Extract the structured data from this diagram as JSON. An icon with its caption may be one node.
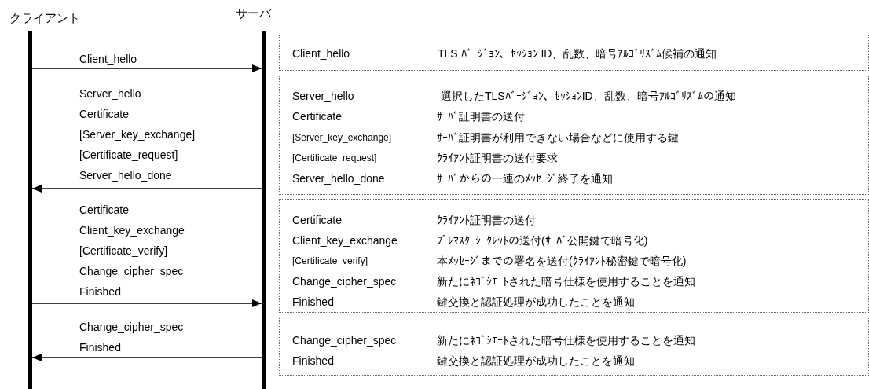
{
  "diagram": {
    "nodes": [
      {
        "text": [
          "クライアント"
        ]
      },
      {
        "text": [
          "サーバ"
        ]
      },
      {
        "text": [
          "Client_hello",
          "TLS ﾊﾞｰｼﾞｮﾝ、ｾｯｼｮﾝ ID、乱数、暗号ｱﾙｺﾞﾘｽﾞﾑ候補の通知"
        ]
      },
      {
        "text": [
          "Server_hello",
          "選択したTLSﾊﾞｰｼﾞｮﾝ、ｾｯｼｮﾝID、乱数、暗号ｱﾙｺﾞﾘｽﾞﾑの通知",
          "Certificate",
          "ｻｰﾊﾞ証明書の送付",
          "[Server_key_exchange]",
          "ｻｰﾊﾞ証明書が利用できない場合などに使用する鍵",
          "[Certificate_request]",
          "ｸﾗｲｱﾝﾄ証明書の送付要求",
          "Server_hello_done",
          "ｻｰﾊﾞからの一連のﾒｯｾｰｼﾞ終了を通知"
        ]
      },
      {
        "text": [
          "Certificate",
          "ｸﾗｲｱﾝﾄ証明書の送付",
          "Client_key_exchange",
          "ﾌﾟﾚﾏｽﾀｰｼｰｸﾚｯﾄの送付(ｻｰﾊﾞ公開鍵で暗号化)",
          "[Certificate_verify]",
          "本ﾒｯｾｰｼﾞまでの署名を送付(ｸﾗｲｱﾝﾄ秘密鍵で暗号化)",
          "Change_cipher_spec",
          "新たにﾈｺﾞｼｴｰﾄされた暗号仕様を使用することを通知",
          "Finished",
          "鍵交換と認証処理が成功したことを通知"
        ]
      },
      {
        "text": [
          "Change_cipher_spec",
          "新たにﾈｺﾞｼｴｰﾄされた暗号仕様を使用することを通知",
          "Finished",
          "鍵交換と認証処理が成功したことを通知"
        ]
      }
    ],
    "edges": [
      {
        "from": 0,
        "to": 1,
        "arrow": "to",
        "label": "Client_hello"
      },
      {
        "from": 1,
        "to": 0,
        "arrow": "to",
        "label": "Server_hello Certificate [Server_key_exchange] [Certificate_request] Server_hello_done"
      },
      {
        "from": 0,
        "to": 1,
        "arrow": "to",
        "label": "Certificate Client_key_exchange [Certificate_verify] Change_cipher_spec Finished"
      },
      {
        "from": 1,
        "to": 0,
        "arrow": "to",
        "label": "Change_cipher_spec Finished"
      }
    ]
  }
}
